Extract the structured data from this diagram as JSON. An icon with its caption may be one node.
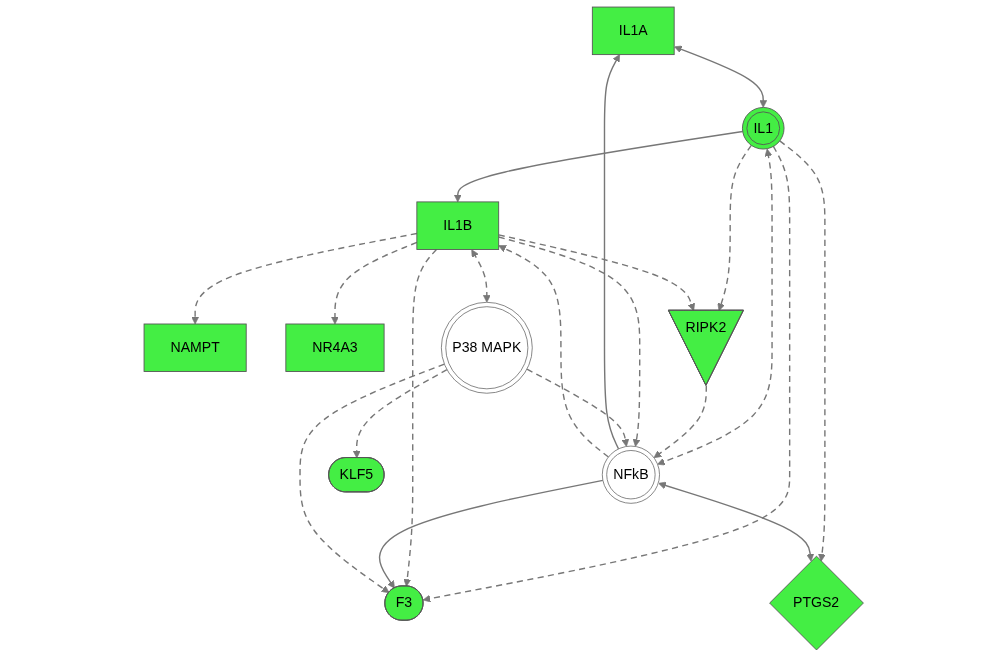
{
  "diagram": {
    "nodes": [
      {
        "text": [
          "IL1A"
        ]
      },
      {
        "text": [
          "IL1"
        ]
      },
      {
        "text": [
          "IL1B"
        ]
      },
      {
        "text": [
          "NAMPT"
        ]
      },
      {
        "text": [
          "NR4A3"
        ]
      },
      {
        "text": [
          "RIPK2"
        ]
      },
      {
        "text": [
          "P38 MAPK"
        ]
      },
      {
        "text": [
          "PTGS2"
        ]
      },
      {
        "text": [
          "F3"
        ]
      },
      {
        "text": [
          "NFkB"
        ]
      },
      {
        "text": [
          "KLF5"
        ]
      }
    ],
    "edges": [
      {
        "from": 0,
        "to": 1,
        "arrow": "both"
      },
      {
        "from": 1,
        "to": 2,
        "arrow": "to"
      },
      {
        "from": 2,
        "to": 3,
        "arrow": "to",
        "style": "dashed"
      },
      {
        "from": 2,
        "to": 4,
        "arrow": "to",
        "style": "dashed"
      },
      {
        "from": 1,
        "to": 7,
        "arrow": "to",
        "style": "dashed"
      },
      {
        "from": 1,
        "to": 5,
        "arrow": "to",
        "style": "dashed"
      },
      {
        "from": 1,
        "to": 8,
        "arrow": "to",
        "style": "dashed"
      },
      {
        "from": 2,
        "to": 5,
        "arrow": "to",
        "style": "dashed"
      },
      {
        "from": 2,
        "to": 6,
        "arrow": "both",
        "style": "dashed"
      },
      {
        "from": 2,
        "to": 8,
        "arrow": "to",
        "style": "dashed"
      },
      {
        "from": 9,
        "to": 0,
        "arrow": "to"
      },
      {
        "from": 9,
        "to": 7,
        "arrow": "both"
      },
      {
        "from": 9,
        "to": 8,
        "arrow": "to"
      },
      {
        "from": 1,
        "to": 9,
        "arrow": "both",
        "style": "dashed"
      },
      {
        "from": 5,
        "to": 9,
        "arrow": "to",
        "style": "dashed"
      },
      {
        "from": 2,
        "to": 9,
        "arrow": "to",
        "style": "dashed"
      },
      {
        "from": 9,
        "to": 2,
        "arrow": "to",
        "style": "dashed"
      },
      {
        "from": 6,
        "to": 9,
        "arrow": "to",
        "style": "dashed"
      },
      {
        "from": 6,
        "to": 8,
        "arrow": "to",
        "style": "dashed"
      },
      {
        "from": 6,
        "to": 10,
        "arrow": "to",
        "style": "dashed"
      }
    ]
  }
}
